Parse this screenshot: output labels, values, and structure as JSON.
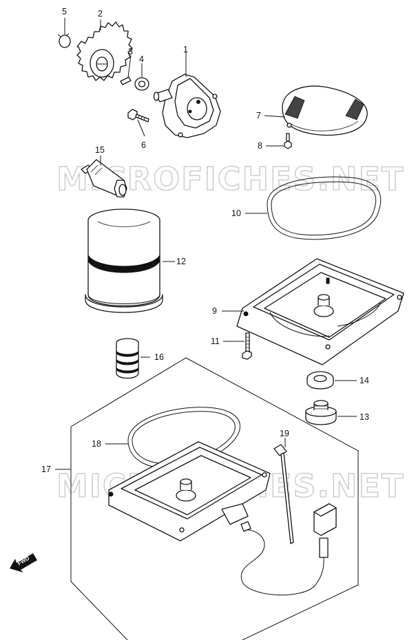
{
  "watermark": {
    "top": "MICROFICHES.NET",
    "bottom": "MICROFICHES.NET"
  },
  "fwd_label": "FWD",
  "callouts": {
    "c1": "1",
    "c2": "2",
    "c3": "3",
    "c4": "4",
    "c5": "5",
    "c6": "6",
    "c7": "7",
    "c8": "8",
    "c9": "9",
    "c10": "10",
    "c11": "11",
    "c12": "12",
    "c13": "13",
    "c14": "14",
    "c15": "15",
    "c16": "16",
    "c17": "17",
    "c18": "18",
    "c19": "19"
  }
}
